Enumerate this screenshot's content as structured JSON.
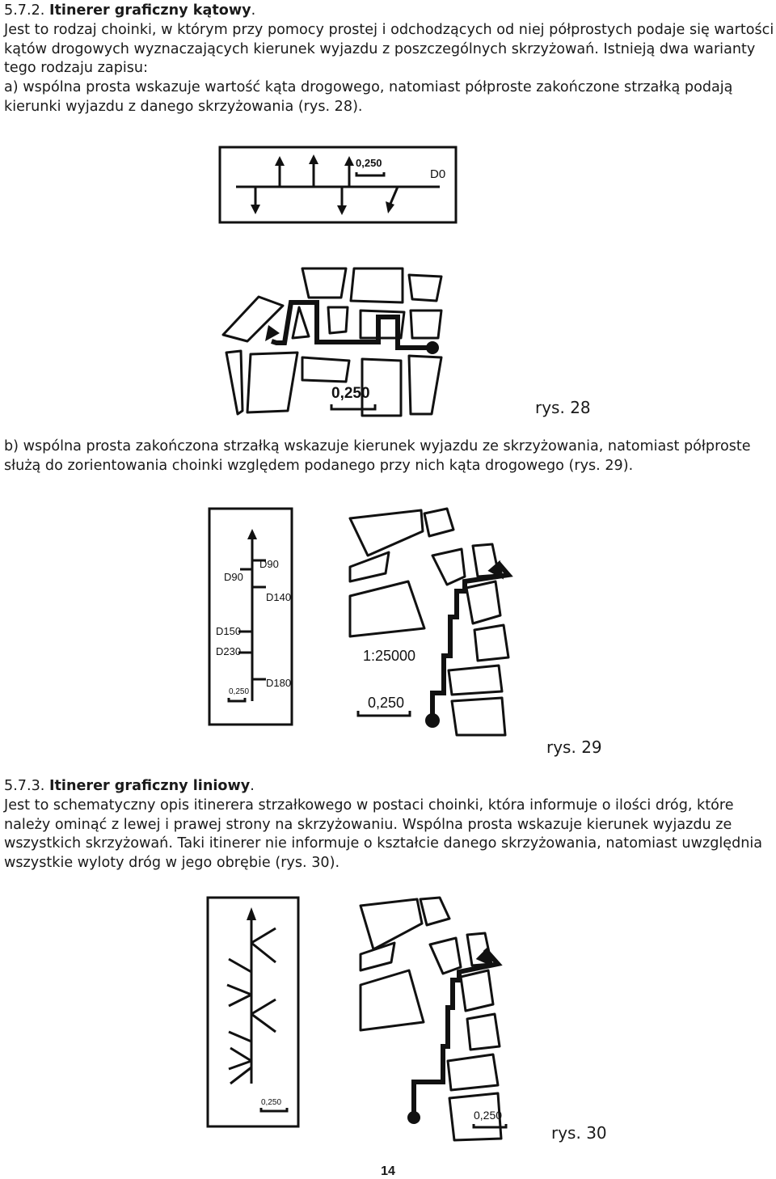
{
  "section_572": {
    "number": "5.7.2.",
    "title": "Itinerer graficzny kątowy",
    "title_end": ".",
    "paragraph": "Jest to rodzaj choinki, w którym przy pomocy prostej i odchodzących od niej półprostych podaje się wartości kątów drogowych wyznaczających kierunek wyjazdu z poszczególnych skrzyżowań. Istnieją dwa warianty tego rodzaju zapisu:",
    "variant_a": "a) wspólna prosta wskazuje wartość kąta drogowego, natomiast półproste zakończone strzałką podają kierunki wyjazdu z danego skrzyżowania (rys. 28).",
    "variant_b": "b) wspólna prosta zakończona strzałką wskazuje kierunek wyjazdu ze skrzyżowania, natomiast półproste służą do zorientowania choinki względem podanego przy nich kąta drogowego (rys. 29)."
  },
  "fig28": {
    "caption": "rys. 28",
    "strip_distance": "0,250",
    "strip_angle": "D0",
    "map_distance": "0,250"
  },
  "fig29": {
    "caption": "rys. 29",
    "labels": [
      "D90",
      "D90",
      "D140",
      "D150",
      "D230",
      "D180"
    ],
    "strip_distance": "0,250",
    "map_scale": "1:25000",
    "map_distance": "0,250"
  },
  "section_573": {
    "number": "5.7.3.",
    "title": "Itinerer graficzny liniowy",
    "title_end": ".",
    "paragraph": "Jest to schematyczny opis itinerera strzałkowego w postaci choinki, która informuje o ilości dróg, które należy ominąć z lewej i prawej strony na skrzyżowaniu. Wspólna prosta wskazuje kierunek wyjazdu ze wszystkich skrzyżowań. Taki itinerer nie informuje o kształcie danego skrzyżowania, natomiast uwzględnia wszystkie wyloty dróg w jego obrębie (rys. 30)."
  },
  "fig30": {
    "caption": "rys. 30",
    "strip_distance": "0,250",
    "map_distance": "0,250"
  },
  "page_number": "14"
}
